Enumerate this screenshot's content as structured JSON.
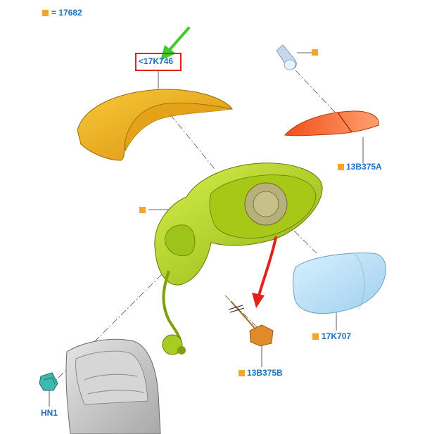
{
  "header": {
    "assembly_label": "= 17682"
  },
  "callouts": {
    "mirror_cap": "<17K746",
    "turn_signal_lamp": "13B375A",
    "mirror_glass": "17K707",
    "lamp_connector": "13B375B",
    "door_fastener": "HN1"
  },
  "colors": {
    "callout_text": "#1f6fc0",
    "marker_square": "#f5a623",
    "highlight_box": "#e2231a",
    "pointer_arrow_green": "#3dcc2a",
    "pointer_arrow_red": "#e2231a",
    "mirror_cap": "#f2b21b",
    "mirror_housing": "#b9dc1e",
    "turn_signal_lens": "#f26a2a",
    "mirror_glass": "#bfe3f8",
    "door": "#c8c8c8",
    "clip": "#3fb8b0",
    "connector": "#e08a2a"
  }
}
